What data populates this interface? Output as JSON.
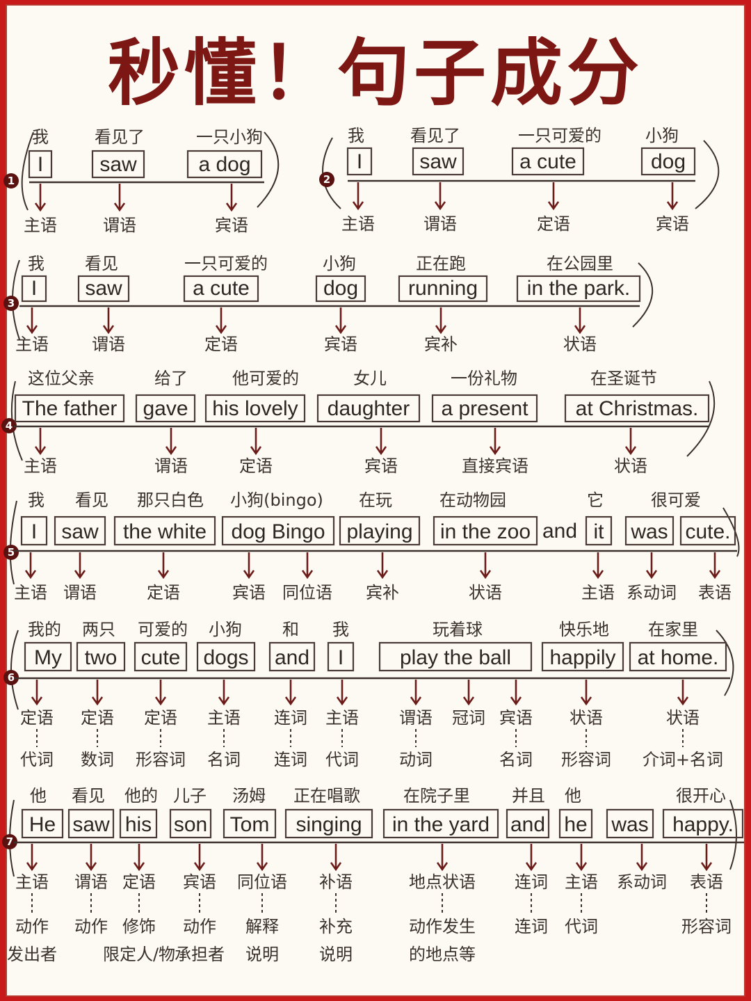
{
  "title": "秒懂！句子成分",
  "rows": [
    {
      "num": "1",
      "items": [
        {
          "cn": "我",
          "en": "I",
          "role": "主语"
        },
        {
          "cn": "看见了",
          "en": "saw",
          "role": "谓语"
        },
        {
          "cn": "一只小狗",
          "en": "a dog",
          "role": "宾语"
        }
      ]
    },
    {
      "num": "2",
      "items": [
        {
          "cn": "我",
          "en": "I",
          "role": "主语"
        },
        {
          "cn": "看见了",
          "en": "saw",
          "role": "谓语"
        },
        {
          "cn": "一只可爱的",
          "en": "a cute",
          "role": "定语"
        },
        {
          "cn": "小狗",
          "en": "dog",
          "role": "宾语"
        }
      ]
    },
    {
      "num": "3",
      "items": [
        {
          "cn": "我",
          "en": "I",
          "role": "主语"
        },
        {
          "cn": "看见",
          "en": "saw",
          "role": "谓语"
        },
        {
          "cn": "一只可爱的",
          "en": "a cute",
          "role": "定语"
        },
        {
          "cn": "小狗",
          "en": "dog",
          "role": "宾语"
        },
        {
          "cn": "正在跑",
          "en": "running",
          "role": "宾补"
        },
        {
          "cn": "在公园里",
          "en": "in the park.",
          "role": "状语"
        }
      ]
    },
    {
      "num": "4",
      "items": [
        {
          "cn": "这位父亲",
          "en": "The father",
          "role": "主语"
        },
        {
          "cn": "给了",
          "en": "gave",
          "role": "谓语"
        },
        {
          "cn": "他可爱的",
          "en": "his lovely",
          "role": "定语"
        },
        {
          "cn": "女儿",
          "en": "daughter",
          "role": "宾语"
        },
        {
          "cn": "一份礼物",
          "en": "a present",
          "role": "直接宾语"
        },
        {
          "cn": "在圣诞节",
          "en": "at Christmas.",
          "role": "状语"
        }
      ]
    },
    {
      "num": "5",
      "items": [
        {
          "cn": "我",
          "en": "I",
          "role": "主语"
        },
        {
          "cn": "看见",
          "en": "saw",
          "role": "谓语"
        },
        {
          "cn": "那只白色",
          "en": "the white",
          "role": "定语"
        },
        {
          "cn": "小狗(bingo)",
          "en": "dog Bingo",
          "role": "宾语"
        },
        {
          "cn": "",
          "en": "",
          "role": "同位语"
        },
        {
          "cn": "在玩",
          "en": "playing",
          "role": "宾补"
        },
        {
          "cn": "在动物园",
          "en": "in the zoo",
          "role": "状语"
        },
        {
          "cn": "",
          "en": "and",
          "role": ""
        },
        {
          "cn": "它",
          "en": "it",
          "role": "主语"
        },
        {
          "cn": "",
          "en": "was",
          "role": "系动词"
        },
        {
          "cn": "很可爱",
          "en": "cute.",
          "role": "表语"
        }
      ]
    },
    {
      "num": "6",
      "items": [
        {
          "cn": "我的",
          "en": "My",
          "role": "定语",
          "pos": "代词"
        },
        {
          "cn": "两只",
          "en": "two",
          "role": "定语",
          "pos": "数词"
        },
        {
          "cn": "可爱的",
          "en": "cute",
          "role": "定语",
          "pos": "形容词"
        },
        {
          "cn": "小狗",
          "en": "dogs",
          "role": "主语",
          "pos": "名词"
        },
        {
          "cn": "和",
          "en": "and",
          "role": "连词",
          "pos": "连词"
        },
        {
          "cn": "我",
          "en": "I",
          "role": "主语",
          "pos": "代词"
        },
        {
          "cn": "玩着球",
          "en": "play   the   ball",
          "role": "谓语",
          "pos": "动词"
        },
        {
          "cn": "",
          "en": "",
          "role": "冠词",
          "pos": ""
        },
        {
          "cn": "",
          "en": "",
          "role": "宾语",
          "pos": "名词"
        },
        {
          "cn": "快乐地",
          "en": "happily",
          "role": "状语",
          "pos": "形容词"
        },
        {
          "cn": "在家里",
          "en": "at home.",
          "role": "状语",
          "pos": "介词+名词"
        }
      ]
    },
    {
      "num": "7",
      "items": [
        {
          "cn": "他",
          "en": "He",
          "role": "主语",
          "desc1": "动作",
          "desc2": "发出者"
        },
        {
          "cn": "看见",
          "en": "saw",
          "role": "谓语",
          "desc1": "动作",
          "desc2": ""
        },
        {
          "cn": "他的",
          "en": "his",
          "role": "定语",
          "desc1": "修饰",
          "desc2": "限定人/物"
        },
        {
          "cn": "儿子",
          "en": "son",
          "role": "宾语",
          "desc1": "动作",
          "desc2": "承担者"
        },
        {
          "cn": "汤姆",
          "en": "Tom",
          "role": "同位语",
          "desc1": "解释",
          "desc2": "说明"
        },
        {
          "cn": "正在唱歌",
          "en": "singing",
          "role": "补语",
          "desc1": "补充",
          "desc2": "说明"
        },
        {
          "cn": "在院子里",
          "en": "in the yard",
          "role": "地点状语",
          "desc1": "动作发生",
          "desc2": "的地点等"
        },
        {
          "cn": "并且",
          "en": "and",
          "role": "连词",
          "desc1": "连词",
          "desc2": ""
        },
        {
          "cn": "他",
          "en": "he",
          "role": "主语",
          "desc1": "代词",
          "desc2": ""
        },
        {
          "cn": "",
          "en": "was",
          "role": "系动词",
          "desc1": "",
          "desc2": ""
        },
        {
          "cn": "很开心",
          "en": "happy.",
          "role": "表语",
          "desc1": "形容词",
          "desc2": ""
        }
      ]
    }
  ]
}
